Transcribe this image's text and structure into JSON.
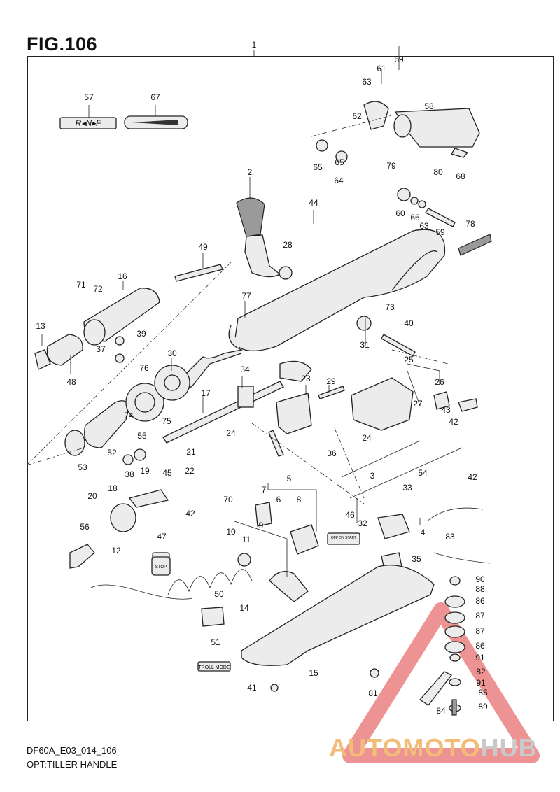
{
  "figure": {
    "title": "FIG.106",
    "code": "DF60A_E03_014_106",
    "caption": "OPT:TILLER HANDLE"
  },
  "labels": {
    "shift_decal": "R◂N▸F",
    "troll_decal": "TROLL MODE",
    "stop_decal": "STOP",
    "switch_decal": "OFF ON START"
  },
  "watermark": {
    "part1": "AUTOMOTO",
    "part2": "HUB",
    "color1": "#f2bd78",
    "color2": "#c9c9c9",
    "triangle_color": "#e03a3a"
  },
  "callouts": [
    "1",
    "2",
    "3",
    "4",
    "5",
    "6",
    "7",
    "8",
    "9",
    "10",
    "11",
    "12",
    "13",
    "14",
    "15",
    "16",
    "17",
    "18",
    "19",
    "20",
    "21",
    "22",
    "23",
    "24",
    "24",
    "25",
    "26",
    "27",
    "28",
    "29",
    "30",
    "31",
    "32",
    "33",
    "34",
    "35",
    "36",
    "37",
    "38",
    "39",
    "40",
    "41",
    "42",
    "42",
    "42",
    "43",
    "44",
    "45",
    "46",
    "47",
    "48",
    "49",
    "50",
    "51",
    "52",
    "53",
    "54",
    "55",
    "56",
    "57",
    "58",
    "59",
    "60",
    "61",
    "62",
    "63",
    "63",
    "64",
    "65",
    "65",
    "66",
    "67",
    "68",
    "69",
    "70",
    "71",
    "72",
    "73",
    "74",
    "75",
    "76",
    "77",
    "78",
    "79",
    "80",
    "81",
    "82",
    "83",
    "84",
    "85",
    "86",
    "86",
    "87",
    "87",
    "88",
    "89",
    "90",
    "91",
    "91"
  ]
}
